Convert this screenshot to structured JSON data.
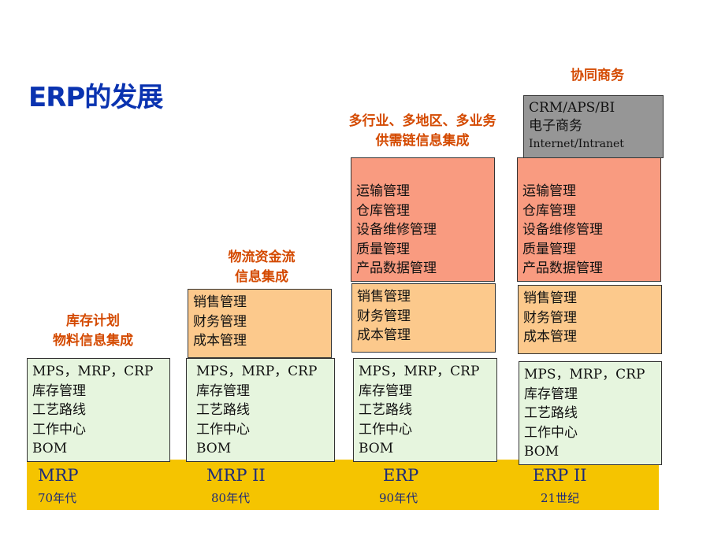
{
  "title": "ERP的发展",
  "stage_labels": {
    "mrp": [
      "库存计划",
      "物料信息集成"
    ],
    "mrp2": [
      "物流资金流",
      "信息集成"
    ],
    "erp": [
      "多行业、多地区、多业务",
      "供需链信息集成"
    ],
    "erp2": [
      "协同商务"
    ]
  },
  "base_box": [
    "MPS，MRP，CRP",
    "库存管理",
    "工艺路线",
    "工作中心",
    "BOM"
  ],
  "finance_box": [
    "销售管理",
    "财务管理",
    "成本管理"
  ],
  "supply_box": [
    "运输管理",
    "仓库管理",
    "设备维修管理",
    "质量管理",
    "产品数据管理"
  ],
  "collab_box": [
    "CRM/APS/BI",
    "电子商务",
    "Internet/Intranet"
  ],
  "eras": [
    {
      "name": "MRP",
      "time": "70年代"
    },
    {
      "name": "MRP II",
      "time": "80年代"
    },
    {
      "name": "ERP",
      "time": "90年代"
    },
    {
      "name": "ERP II",
      "time": "21世纪"
    }
  ],
  "colors": {
    "title": "#0a33b0",
    "stage_label": "#d44a00",
    "base_band": "#f5c400",
    "green_box": "#e6f5de",
    "orange_box": "#fcc98c",
    "red_box": "#f99b80",
    "gray_box": "#969696"
  }
}
